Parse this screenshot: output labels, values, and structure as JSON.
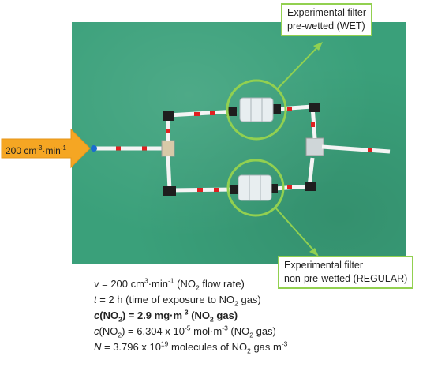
{
  "flow_label": {
    "value": "200 cm",
    "exp1": "-3",
    "unit": "·min",
    "exp2": "-1"
  },
  "callout_wet": {
    "line1": "Experimental filter",
    "line2": "pre-wetted (WET)"
  },
  "callout_regular": {
    "line1": "Experimental filter",
    "line2": "non-pre-wetted (REGULAR)"
  },
  "info": {
    "line1": {
      "sym": "v",
      "a": " = 200 cm",
      "sup1": "3",
      "b": "·min",
      "sup2": "-1",
      "c": " (NO",
      "sub": "2",
      "d": " flow rate)"
    },
    "line2": {
      "sym": "t",
      "a": " = 2 h (time of exposure to NO",
      "sub": "2",
      "b": " gas)"
    },
    "line3": {
      "sym": "c",
      "a": "(NO",
      "sub1": "2",
      "b": ") = 2.9 mg·m",
      "sup": "-3",
      "c": " (NO",
      "sub2": "2",
      "d": " gas)"
    },
    "line4": {
      "sym": "c",
      "a": "(NO",
      "sub1": "2",
      "b": ") = 6.304 x 10",
      "sup1": "-5",
      "c": " mol·m",
      "sup2": "-3",
      "d": " (NO",
      "sub2": "2",
      "e": " gas)"
    },
    "line5": {
      "sym": "N",
      "a": " = 3.796  x 10",
      "sup1": "19",
      "b": " molecules of NO",
      "sub": "2",
      "c": " gas m",
      "sup2": "-3"
    }
  },
  "colors": {
    "photo_bg": "#3aa07a",
    "callout_green": "#92d050",
    "arrow_orange": "#f5a623"
  }
}
